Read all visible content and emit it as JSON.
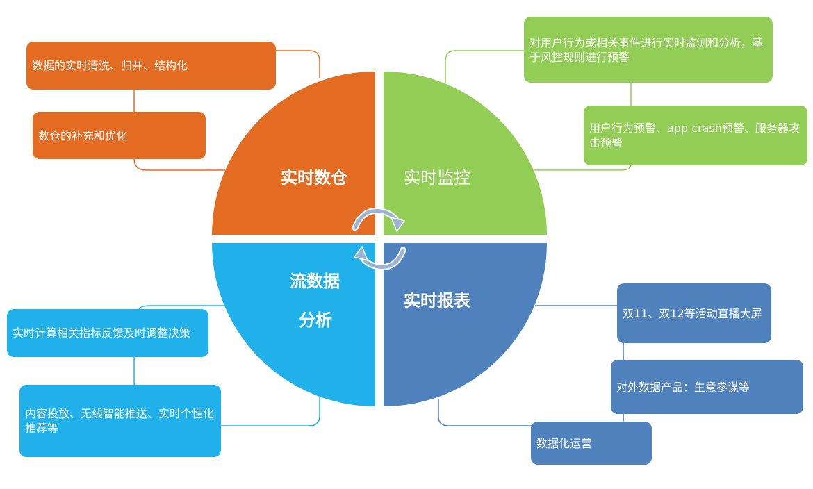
{
  "quadrants": {
    "top_left": {
      "title": "实时数仓",
      "color": "#e36b22"
    },
    "top_right": {
      "title": "实时监控",
      "color": "#92cd55"
    },
    "bottom_left": {
      "title_line1": "流数据",
      "title_line2": "分析",
      "color": "#20b0ea"
    },
    "bottom_right": {
      "title": "实时报表",
      "color": "#4f81bd"
    }
  },
  "boxes": {
    "orange_1": "数据的实时清洗、归并、结构化",
    "orange_2": "数仓的补充和优化",
    "green_1": "对用户行为或相关事件进行实时监测和分析，基于风控规则进行预警",
    "green_2": "用户行为预警、app crash预警、服务器攻击预警",
    "cyan_1": "实时计算相关指标反馈及时调整决策",
    "cyan_2": "内容投放、无线智能推送、实时个性化推荐等",
    "steel_1": "双11、双12等活动直播大屏",
    "steel_2": "对外数据产品：生意参谋等",
    "steel_3": "数据化运营"
  }
}
